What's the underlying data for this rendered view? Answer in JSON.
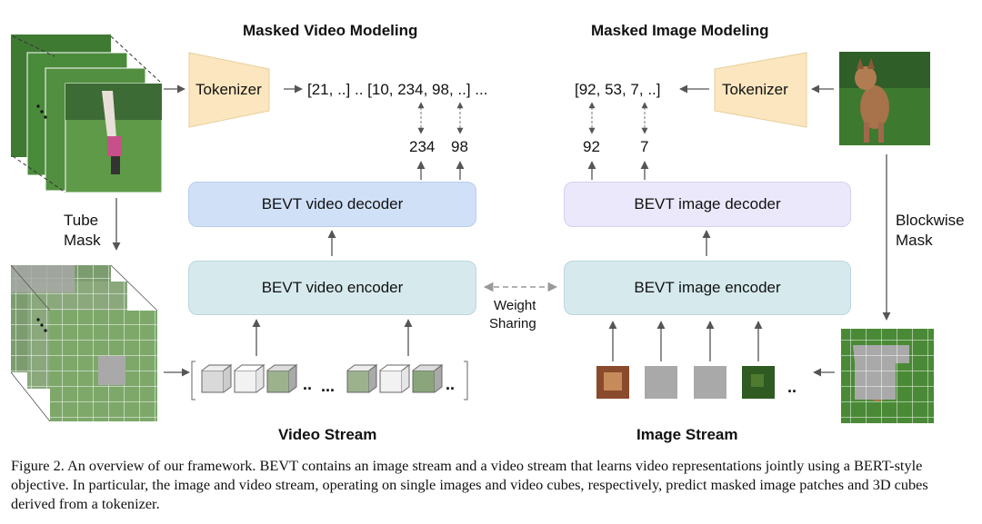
{
  "titles": {
    "masked_video": "Masked Video Modeling",
    "masked_image": "Masked Image Modeling",
    "video_stream": "Video Stream",
    "image_stream": "Image Stream"
  },
  "tokenizer_label": "Tokenizer",
  "video_tokens": "[21, ..] .. [10, 234, 98, ..] ...",
  "image_tokens": "[92, 53, 7, ..]",
  "video_targets": [
    "234",
    "98"
  ],
  "image_targets": [
    "92",
    "7"
  ],
  "boxes": {
    "video_decoder": "BEVT video decoder",
    "video_encoder": "BEVT video encoder",
    "image_decoder": "BEVT image decoder",
    "image_encoder": "BEVT image encoder"
  },
  "labels": {
    "tube_mask_1": "Tube",
    "tube_mask_2": "Mask",
    "blockwise_mask_1": "Blockwise",
    "blockwise_mask_2": "Mask",
    "weight_sharing_1": "Weight",
    "weight_sharing_2": "Sharing",
    "ellipsis": "..",
    "dots": "..."
  },
  "caption": "Figure 2.  An overview of our framework.  BEVT contains an image stream and a video stream that learns video representations jointly using a BERT-style objective. In particular, the image and video stream, operating on single images and video cubes, respectively, predict masked image patches and 3D cubes derived from a tokenizer.",
  "colors": {
    "tokenizer_fill": "#fbe6bf",
    "video_decoder": "#cfe0f7",
    "image_decoder": "#ece8fb",
    "encoder": "#d6eaee",
    "grass": "#4f8a3a",
    "mask_gray": "#a9a9a9"
  }
}
